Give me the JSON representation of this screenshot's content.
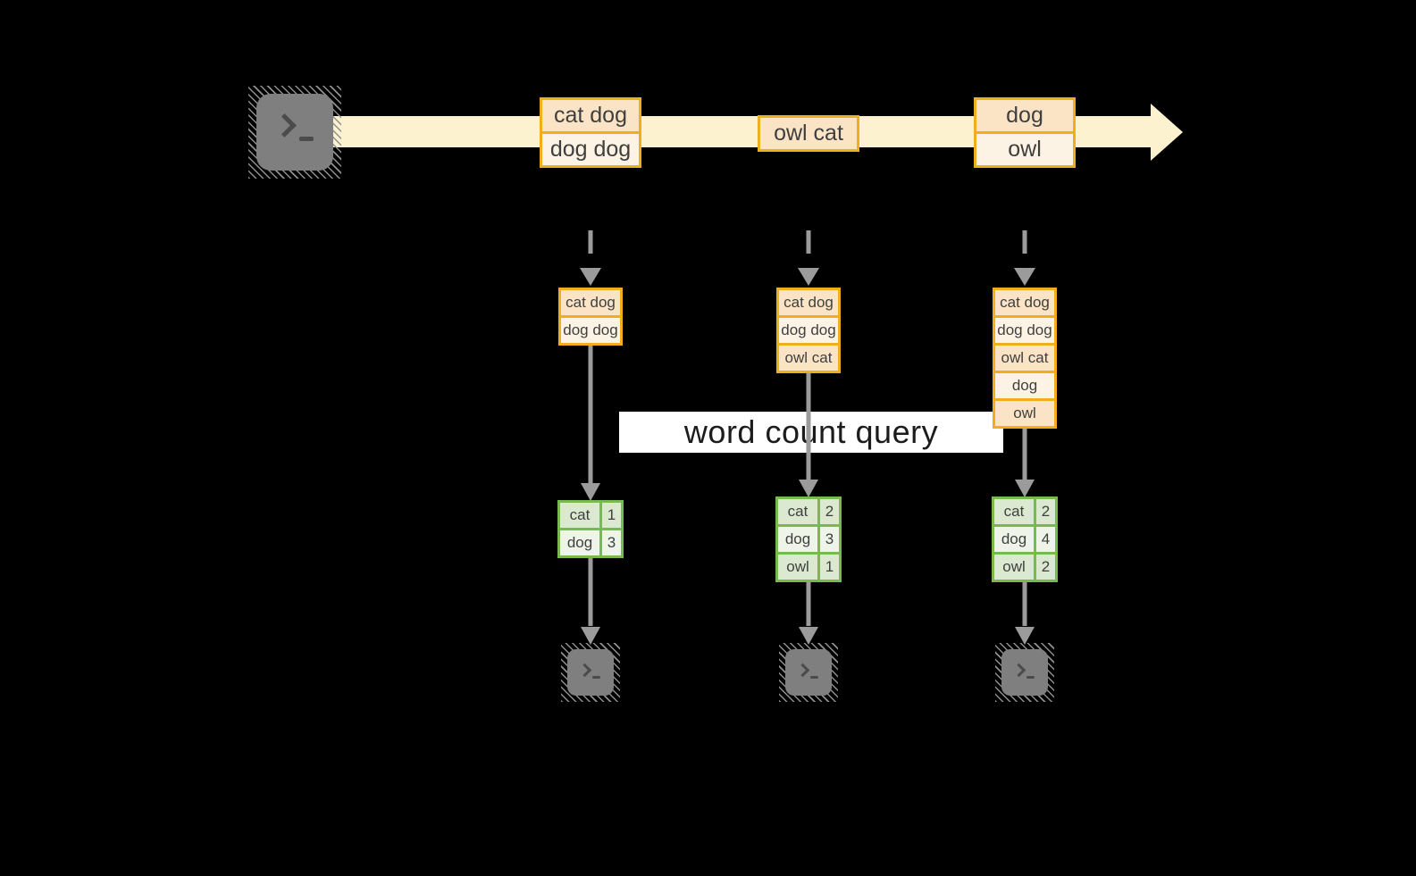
{
  "colors": {
    "band": "#fcf2cf",
    "box_border": "#f1ae1c",
    "box_fill_dark": "#fbe4c6",
    "box_fill_light": "#fdf3e4",
    "table_border": "#79ba4e",
    "table_fill_dark": "#dbe9d0",
    "table_fill_light": "#eef4e8",
    "arrow": "#9b9b9b",
    "terminal_fill": "#7f7f7f",
    "glyph": "#4b4b4b",
    "banner_bg": "#ffffff",
    "banner_text": "#1c1c1c",
    "text": "#3f3f3f"
  },
  "banner": {
    "label": "word count query"
  },
  "stream": {
    "groups": [
      {
        "messages": [
          "cat dog",
          "dog dog"
        ]
      },
      {
        "messages": [
          "owl cat"
        ]
      },
      {
        "messages": [
          "dog",
          "owl"
        ]
      }
    ]
  },
  "columns": [
    {
      "buffer": [
        "cat dog",
        "dog dog"
      ],
      "counts": [
        {
          "word": "cat",
          "count": "1"
        },
        {
          "word": "dog",
          "count": "3"
        }
      ]
    },
    {
      "buffer": [
        "cat dog",
        "dog dog",
        "owl cat"
      ],
      "counts": [
        {
          "word": "cat",
          "count": "2"
        },
        {
          "word": "dog",
          "count": "3"
        },
        {
          "word": "owl",
          "count": "1"
        }
      ]
    },
    {
      "buffer": [
        "cat dog",
        "dog dog",
        "owl cat",
        "dog",
        "owl"
      ],
      "counts": [
        {
          "word": "cat",
          "count": "2"
        },
        {
          "word": "dog",
          "count": "4"
        },
        {
          "word": "owl",
          "count": "2"
        }
      ]
    }
  ]
}
